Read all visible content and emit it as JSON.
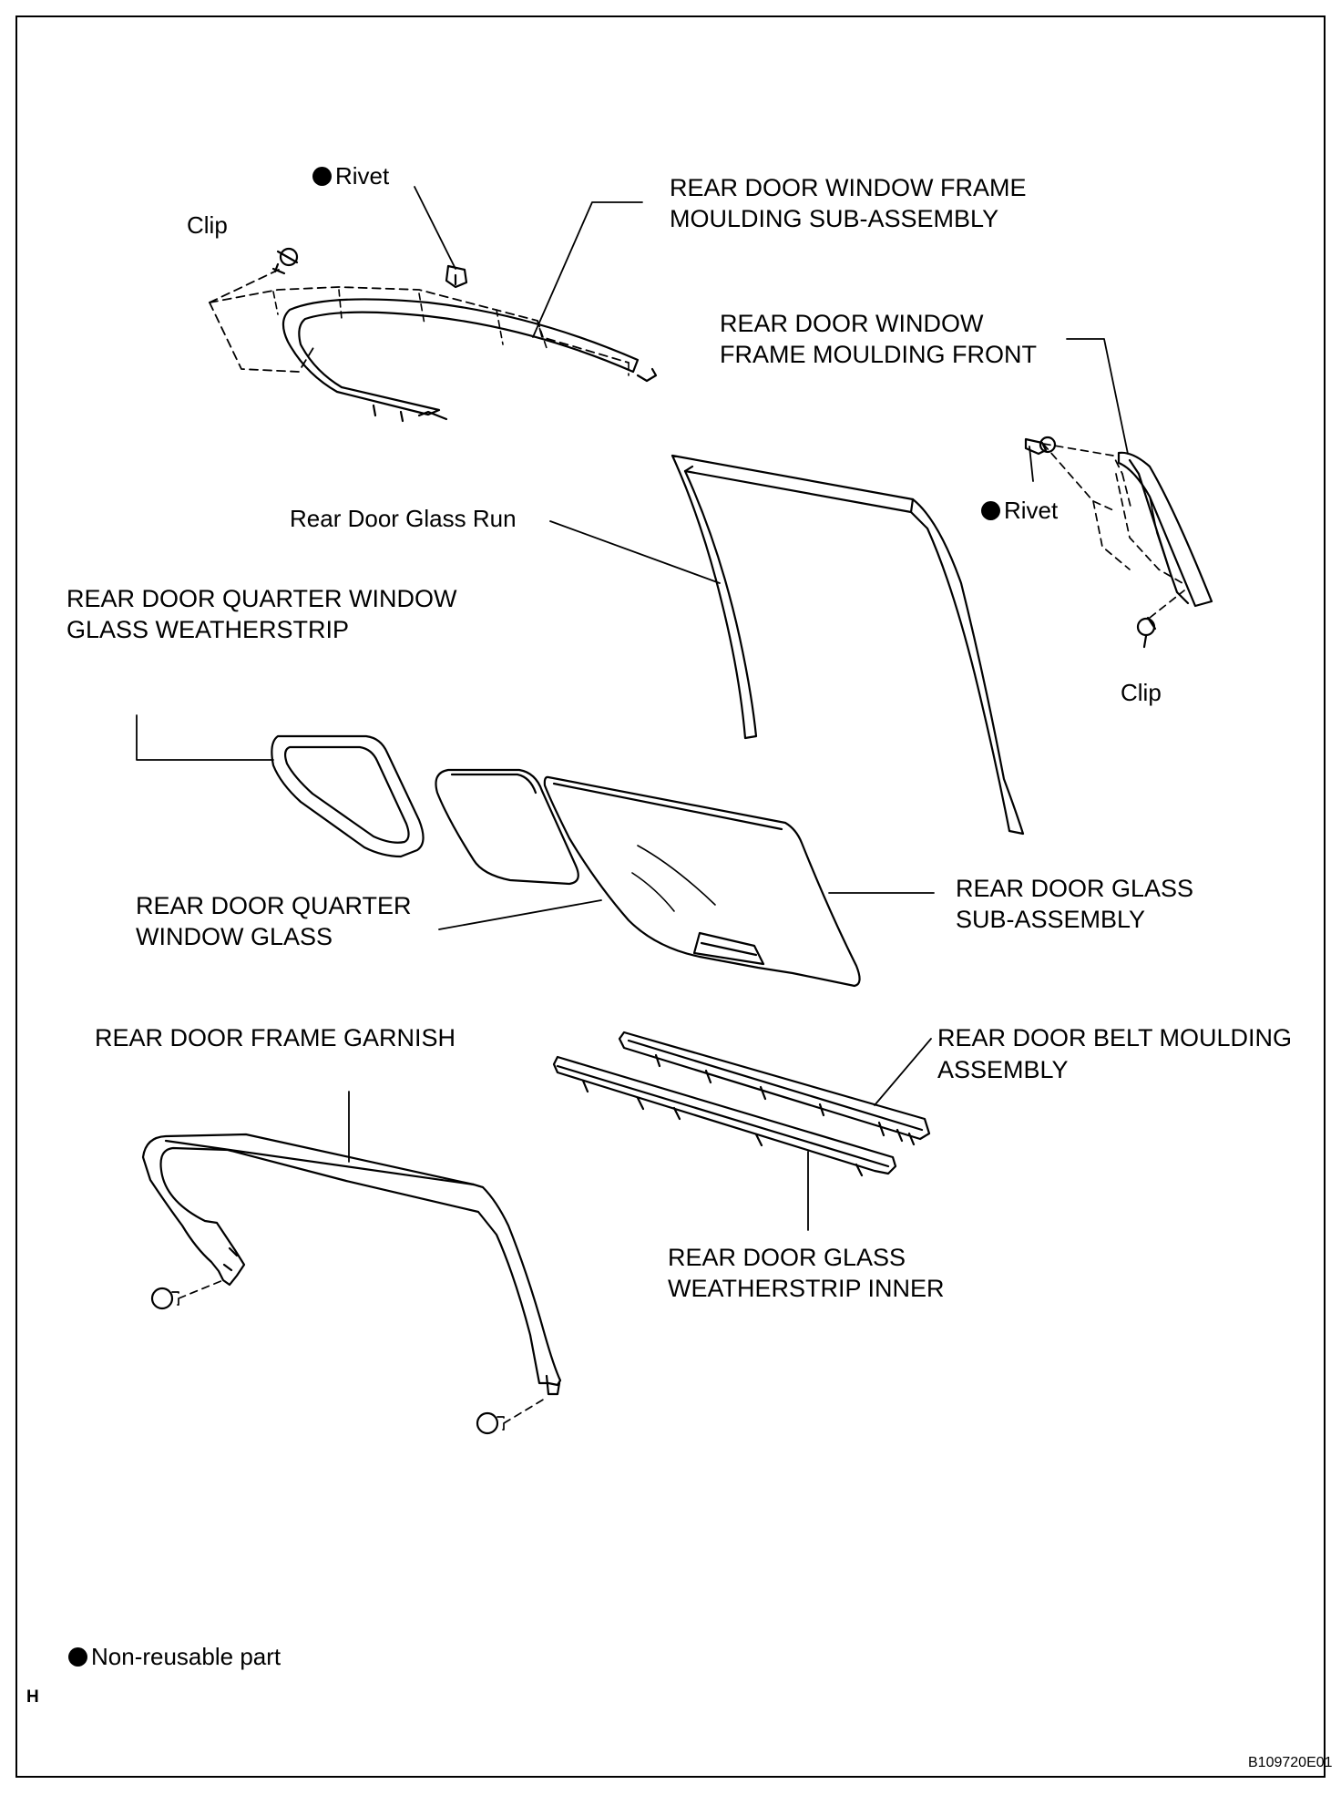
{
  "labels": {
    "rivet_top": "Rivet",
    "clip_top": "Clip",
    "frame_moulding_sub_l1": "REAR DOOR WINDOW FRAME",
    "frame_moulding_sub_l2": "MOULDING SUB-ASSEMBLY",
    "frame_moulding_front_l1": "REAR DOOR WINDOW",
    "frame_moulding_front_l2": "FRAME MOULDING FRONT",
    "rivet_right": "Rivet",
    "clip_right": "Clip",
    "glass_run": "Rear Door Glass Run",
    "quarter_weatherstrip_l1": "REAR DOOR QUARTER WINDOW",
    "quarter_weatherstrip_l2": "GLASS WEATHERSTRIP",
    "quarter_glass_l1": "REAR DOOR QUARTER",
    "quarter_glass_l2": "WINDOW GLASS",
    "glass_sub_l1": "REAR DOOR GLASS",
    "glass_sub_l2": "SUB-ASSEMBLY",
    "frame_garnish": "REAR DOOR FRAME GARNISH",
    "belt_moulding_l1": "REAR DOOR BELT MOULDING",
    "belt_moulding_l2": "ASSEMBLY",
    "weatherstrip_inner_l1": "REAR DOOR GLASS",
    "weatherstrip_inner_l2": "WEATHERSTRIP INNER"
  },
  "legend": {
    "non_reusable": "Non-reusable part"
  },
  "corner_tag": "H",
  "figure_id": "B109720E01"
}
